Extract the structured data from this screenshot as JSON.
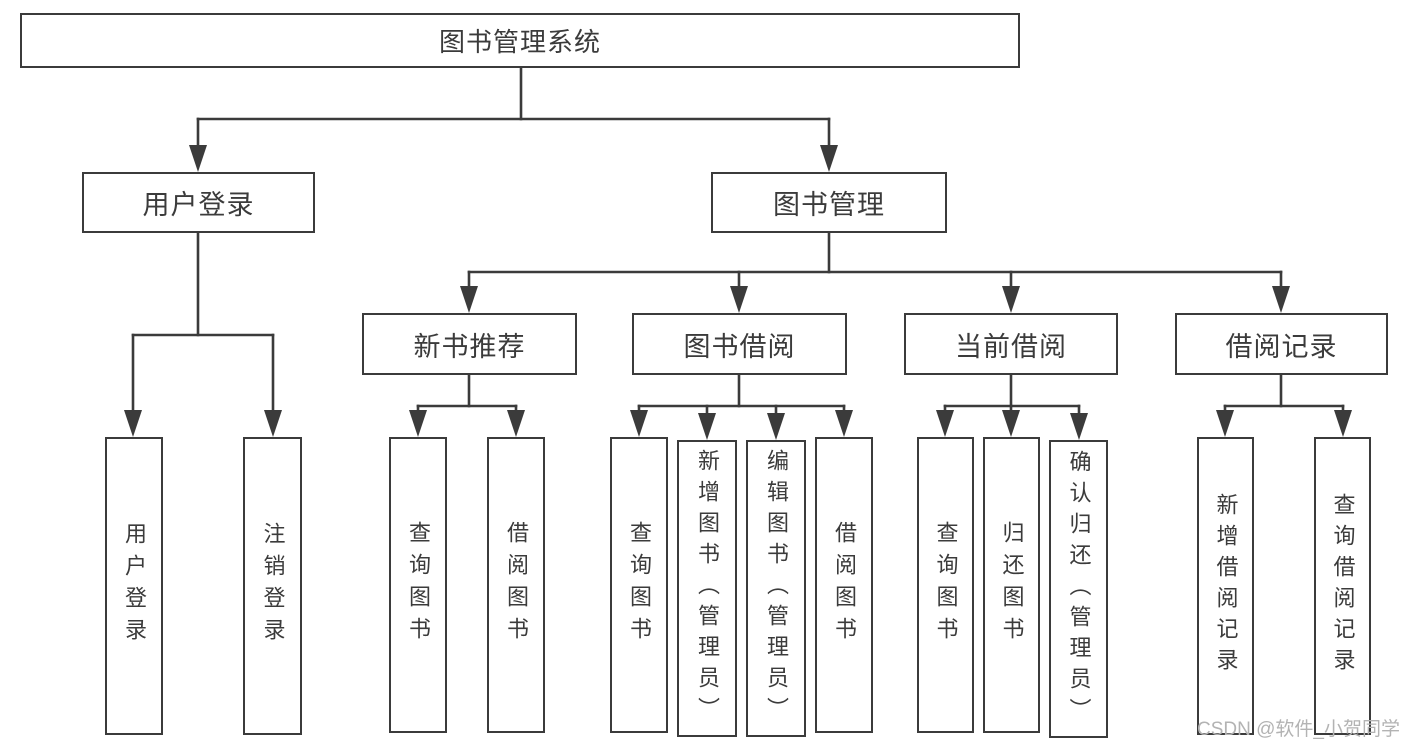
{
  "diagram": {
    "type": "tree",
    "nodes": {
      "root": "图书管理系统",
      "user_login": "用户登录",
      "book_management": "图书管理",
      "new_book_recommend": "新书推荐",
      "book_borrowing": "图书借阅",
      "current_borrowing": "当前借阅",
      "borrowing_records": "借阅记录",
      "leaves": {
        "login": "用户登录",
        "logout": "注销登录",
        "rec_query_books": "查询图书",
        "rec_borrow_books": "借阅图书",
        "bor_query_books": "查询图书",
        "bor_add_books": "新增图书（管理员）",
        "bor_edit_books": "编辑图书（管理员）",
        "bor_borrow_books": "借阅图书",
        "cur_query_books": "查询图书",
        "cur_return_books": "归还图书",
        "cur_confirm_return": "确认归还（管理员）",
        "log_add_record": "新增借阅记录",
        "log_query_record": "查询借阅记录"
      }
    },
    "edges": [
      "图书管理系统→用户登录",
      "图书管理系统→图书管理",
      "用户登录→用户登录",
      "用户登录→注销登录",
      "图书管理→新书推荐",
      "图书管理→图书借阅",
      "图书管理→当前借阅",
      "图书管理→借阅记录",
      "新书推荐→查询图书",
      "新书推荐→借阅图书",
      "图书借阅→查询图书",
      "图书借阅→新增图书（管理员）",
      "图书借阅→编辑图书（管理员）",
      "图书借阅→借阅图书",
      "当前借阅→查询图书",
      "当前借阅→归还图书",
      "当前借阅→确认归还（管理员）",
      "借阅记录→新增借阅记录",
      "借阅记录→查询借阅记录"
    ],
    "colors": {
      "line": "#3b3b3b",
      "box_border": "#3b3b3b",
      "text": "#3b3b3b",
      "background": "#ffffff",
      "watermark": "#b3b3b3"
    }
  },
  "watermark": {
    "text": "CSDN @软件_小贺同学"
  }
}
